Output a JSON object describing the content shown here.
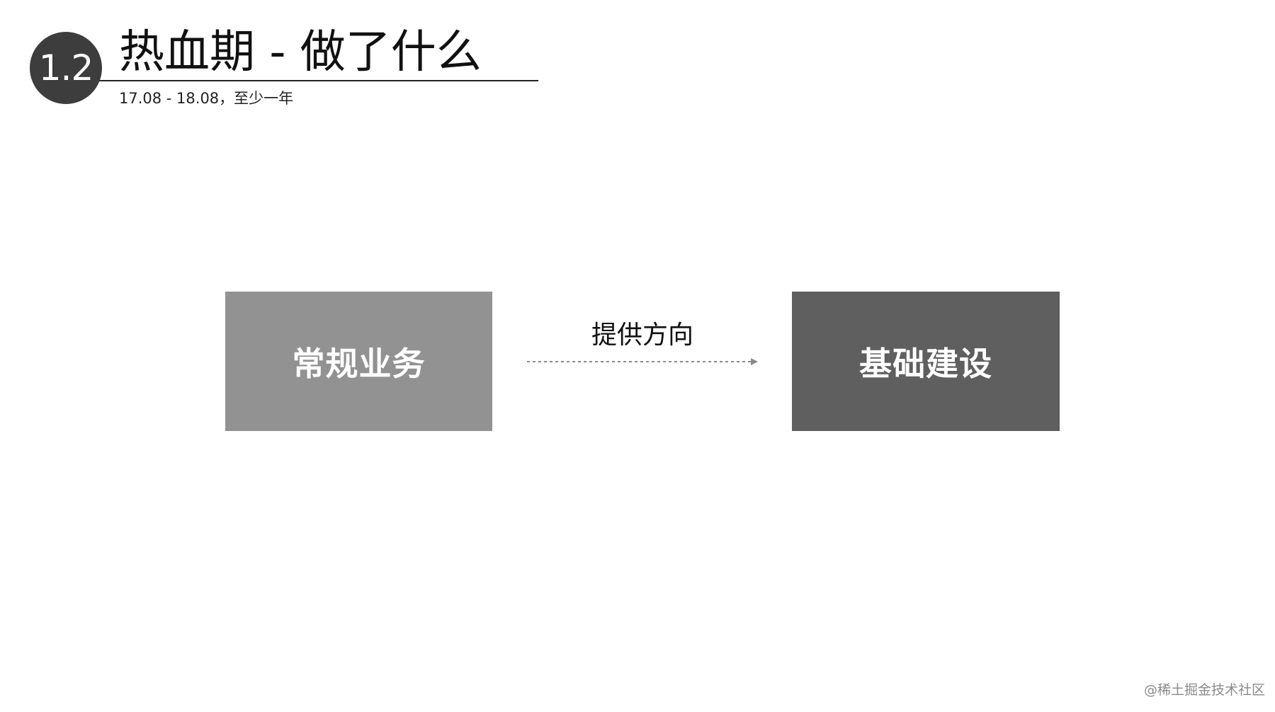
{
  "header": {
    "section_number": "1.2",
    "title": "热血期 - 做了什么",
    "subtitle": "17.08 - 18.08，至少一年"
  },
  "diagram": {
    "nodes": [
      {
        "id": "left",
        "label": "常规业务",
        "color": "#929292"
      },
      {
        "id": "right",
        "label": "基础建设",
        "color": "#5f5f5f"
      }
    ],
    "edge": {
      "from": "left",
      "to": "right",
      "label": "提供方向",
      "style": "dashed"
    }
  },
  "watermark": "@稀土掘金技术社区"
}
